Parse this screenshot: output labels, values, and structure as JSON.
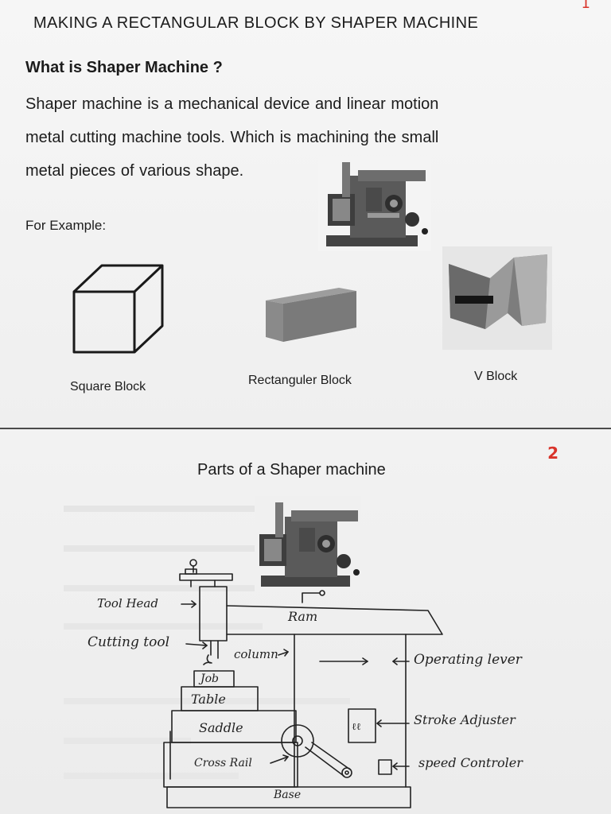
{
  "page1": {
    "page_number": "1",
    "title": "MAKING A RECTANGULAR BLOCK BY SHAPER MACHINE",
    "question": "What is Shaper Machine ?",
    "answer_lines": [
      "Shaper machine is a mechanical device and linear motion",
      "metal cutting machine tools. Which is machining the small",
      "metal pieces of various shape."
    ],
    "example_label": "For Example:",
    "blocks": [
      {
        "label": "Square Block"
      },
      {
        "label": "Rectanguler Block"
      },
      {
        "label": "V Block"
      }
    ]
  },
  "page2": {
    "page_number": "2",
    "title": "Parts of a Shaper machine",
    "parts": {
      "tool_head": "Tool Head",
      "ram": "Ram",
      "cutting_tool": "Cutting tool",
      "column": "column",
      "operating_lever": "Operating lever",
      "job": "Job",
      "table": "Table",
      "saddle": "Saddle",
      "stroke_adjuster": "Stroke Adjuster",
      "cross_rail": "Cross Rail",
      "speed_controler": "speed Controler",
      "base": "Base"
    }
  },
  "colors": {
    "page_number": "#d9342b",
    "text": "#1c1c1c",
    "paper": "#f2f2f2"
  }
}
